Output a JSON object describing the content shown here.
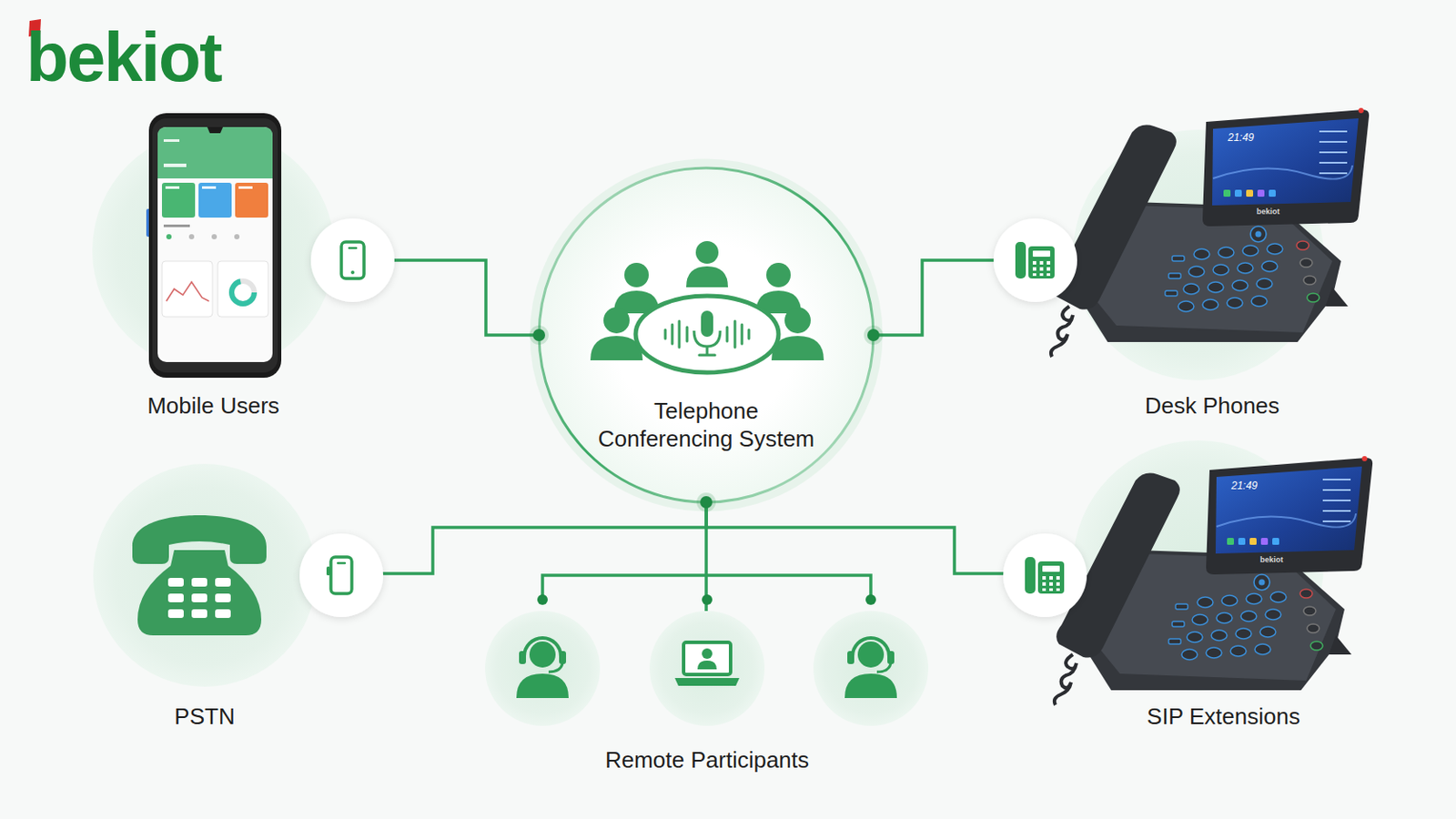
{
  "diagram": {
    "nodes": [
      {
        "text": [
          "Mobile Users"
        ]
      },
      {
        "text": [
          "Telephone Conferencing System"
        ]
      },
      {
        "text": [
          "Desk Phones"
        ]
      },
      {
        "text": [
          "PSTN"
        ]
      },
      {
        "text": [
          "Remote Participants"
        ]
      },
      {
        "text": [
          "SIP Extensions"
        ]
      }
    ],
    "edges": [
      {
        "from": 0,
        "to": 1,
        "arrow": "none"
      },
      {
        "from": 1,
        "to": 2,
        "arrow": "none"
      },
      {
        "from": 3,
        "to": 1,
        "arrow": "none"
      },
      {
        "from": 1,
        "to": 4,
        "arrow": "none"
      },
      {
        "from": 1,
        "to": 5,
        "arrow": "none"
      }
    ],
    "labels": [
      "bekiot",
      "21:49",
      "bekiot",
      "21:49",
      "bekiot"
    ]
  }
}
